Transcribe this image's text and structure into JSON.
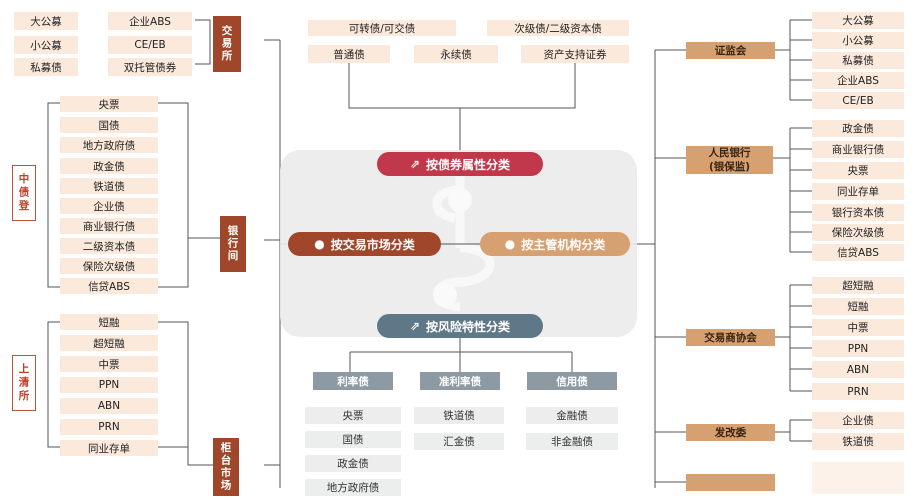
{
  "exchange_top": {
    "items": [
      "大公募",
      "小公募",
      "私募债"
    ],
    "items2": [
      "企业ABS",
      "CE/EB",
      "双托管债券"
    ],
    "label": "交易所"
  },
  "interbank": {
    "items": [
      "央票",
      "国债",
      "地方政府债",
      "政金债",
      "铁道债",
      "企业债",
      "商业银行债",
      "二级资本债",
      "保险次级债",
      "信贷ABS"
    ],
    "group_label": "中债登"
  },
  "shanghai": {
    "items": [
      "短融",
      "超短融",
      "中票",
      "PPN",
      "ABN",
      "PRN",
      "同业存单"
    ],
    "group_label": "上清所"
  },
  "mid_labels": {
    "interbank": "银行间",
    "otc": "柜台市场"
  },
  "center": {
    "attr": "按债券属性分类",
    "market": "按交易市场分类",
    "regulator": "按主管机构分类",
    "risk": "按风险特性分类"
  },
  "attr_items": [
    "可转债/可交债",
    "次级债/二级资本债",
    "普通债",
    "永续债",
    "资产支持证券"
  ],
  "risk": {
    "categories": [
      "利率债",
      "准利率债",
      "信用债"
    ],
    "rate": [
      "央票",
      "国债",
      "政金债",
      "地方政府债"
    ],
    "quasi": [
      "铁道债",
      "汇金债"
    ],
    "credit": [
      "金融债",
      "非金融债"
    ]
  },
  "regulators": {
    "csrc": {
      "label": "证监会",
      "items": [
        "大公募",
        "小公募",
        "私募债",
        "企业ABS",
        "CE/EB"
      ]
    },
    "pboc": {
      "label1": "人民银行",
      "label2": "(银保监)",
      "items": [
        "政金债",
        "商业银行债",
        "央票",
        "同业存单",
        "银行资本债",
        "保险次级债",
        "信贷ABS"
      ]
    },
    "nafmii": {
      "label": "交易商协会",
      "items": [
        "超短融",
        "短融",
        "中票",
        "PPN",
        "ABN",
        "PRN"
      ]
    },
    "ndrc": {
      "label": "发改委",
      "items": [
        "企业债",
        "铁道债"
      ]
    }
  },
  "colors": {
    "brown": "#a0472b",
    "red": "#c0384a",
    "tan": "#d6a070",
    "slate": "#5f7888",
    "peach": "#fbe9dc"
  }
}
